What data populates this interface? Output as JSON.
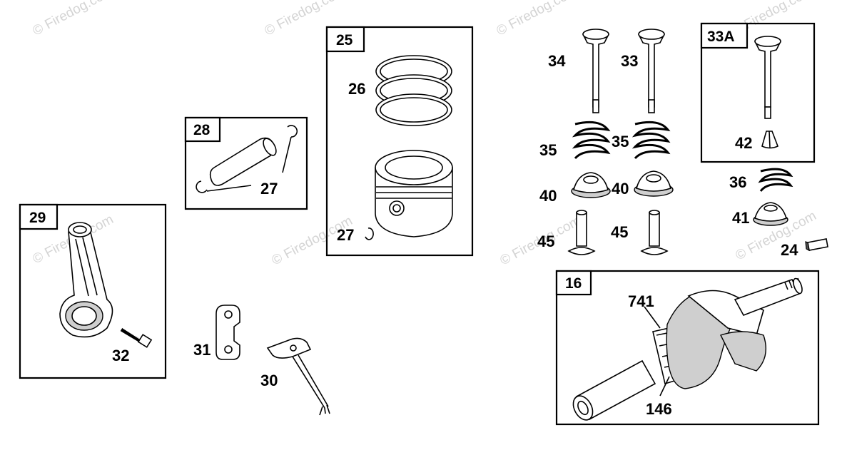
{
  "watermark": "© Firedog.com",
  "groups": {
    "g25": "25",
    "g28": "28",
    "g29": "29",
    "g33a": "33A",
    "g16": "16"
  },
  "callouts": {
    "c26": "26",
    "c27a": "27",
    "c27b": "27",
    "c32": "32",
    "c31": "31",
    "c30": "30",
    "c34": "34",
    "c33": "33",
    "c35a": "35",
    "c35b": "35",
    "c40a": "40",
    "c40b": "40",
    "c45a": "45",
    "c45b": "45",
    "c42": "42",
    "c36": "36",
    "c41": "41",
    "c24": "24",
    "c741": "741",
    "c146": "146"
  }
}
